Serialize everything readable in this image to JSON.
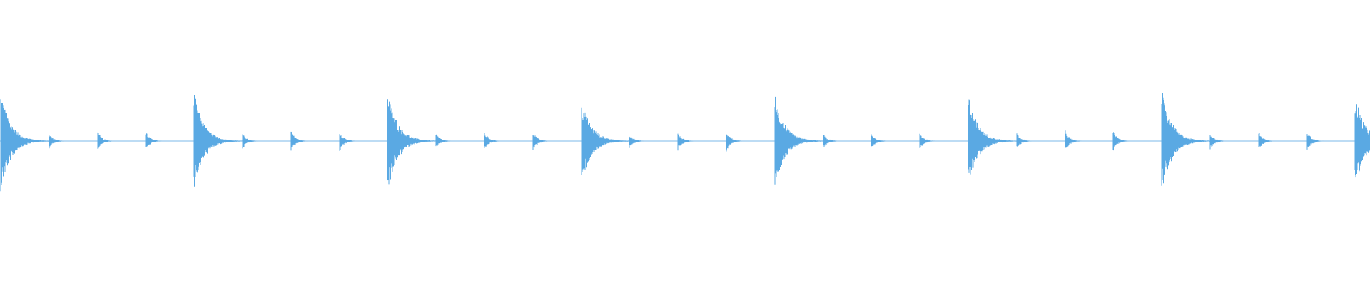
{
  "waveform": {
    "color": "#5aa9e3",
    "background": "#ffffff",
    "pattern": {
      "bars": 8,
      "hits_per_bar": 4,
      "accent_every": 4
    },
    "hit_amplitudes": [
      0.95,
      0.15,
      0.18,
      0.2,
      0.88,
      0.16,
      0.2,
      0.2,
      0.98,
      0.15,
      0.18,
      0.19,
      0.8,
      0.14,
      0.18,
      0.2,
      0.87,
      0.14,
      0.16,
      0.17,
      0.86,
      0.15,
      0.2,
      0.2,
      1.0,
      0.16,
      0.18,
      0.19,
      0.88
    ]
  }
}
